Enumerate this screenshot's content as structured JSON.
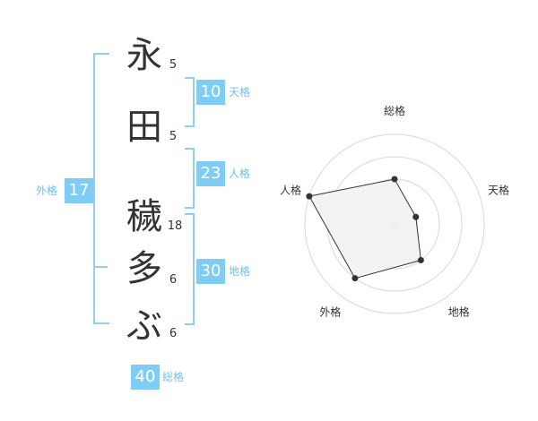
{
  "name": {
    "characters": [
      {
        "char": "永",
        "strokes": "5"
      },
      {
        "char": "田",
        "strokes": "5"
      },
      {
        "char": "穢",
        "strokes": "18"
      },
      {
        "char": "多",
        "strokes": "6"
      },
      {
        "char": "ぶ",
        "strokes": "6"
      }
    ]
  },
  "kaku": {
    "tenkaku": {
      "value": "10",
      "label": "天格"
    },
    "jinkaku": {
      "value": "23",
      "label": "人格"
    },
    "chikaku": {
      "value": "30",
      "label": "地格"
    },
    "gaikaku": {
      "value": "17",
      "label": "外格"
    },
    "soukaku": {
      "value": "40",
      "label": "総格"
    }
  },
  "colors": {
    "accent": "#7fcdf5",
    "accent_text": "#6ec1ee",
    "bracket": "#8dcff5",
    "grid": "#d8d8d8",
    "fill": "#f2f2f2"
  },
  "chart_data": {
    "type": "radar",
    "axes": [
      "総格",
      "天格",
      "地格",
      "外格",
      "人格"
    ],
    "values": [
      2,
      1,
      2,
      3,
      4
    ],
    "rmax": 4,
    "grid": true
  }
}
